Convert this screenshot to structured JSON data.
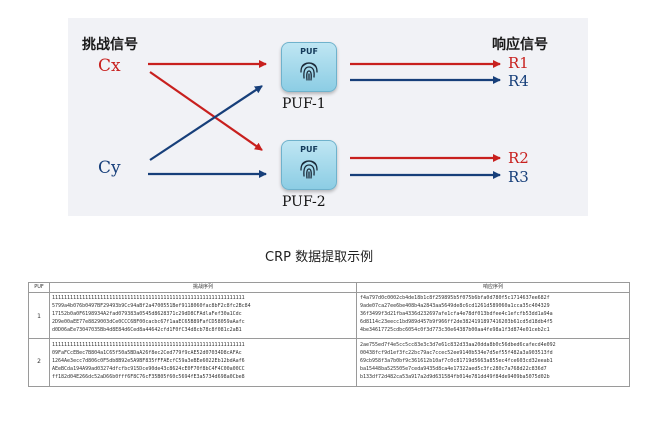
{
  "diagram": {
    "challenge_label": "挑战信号",
    "response_label": "响应信号",
    "inputs": [
      "Cx",
      "Cy"
    ],
    "puf_badge": "PUF",
    "puf_names": [
      "PUF-1",
      "PUF-2"
    ],
    "outputs": [
      "R1",
      "R4",
      "R2",
      "R3"
    ],
    "colors": {
      "red": "#c8201e",
      "blue": "#173f7a"
    }
  },
  "caption": "CRP 数据提取示例",
  "table": {
    "headers": [
      "PUF",
      "挑战序列",
      "响应序列"
    ],
    "groups": [
      {
        "index": "1",
        "challenges": [
          "1111111111111111111111111111111111111111111111111111111111111111",
          "5799a4b076b0497BF29493b9Cc94aBf2a4700551Bef9118060fac8bF2c8fc2Bc84",
          "17152b0a0F6198934A2fad079383a0545d8628371c29dD8CFAdlaFef30a1Cdc",
          "2D9e00aEE77e8829003dCe0CCC6BF00cacbc67f1aaEC65B89FafCD58059aAafc",
          "d0D06aEe73047035Bb4d8E84d6Ced8a44642cfd1F0fC34d8cb78c8f081c2aB1"
        ],
        "responses": [
          "f4a797d0c0002cb4de18b1c8f259895b5f075b6bfa0d780f5c1714637ee682f",
          "9ade07ca27ee6be408b4a2843aa5649de8c6cd1261d589060a1cca35c404329",
          "36f3499f3d21fba4336d232697afe1cfa4e78df013bdfee4c1efcfb53dd1a94a",
          "6d8114c23eecc1bd989d457b9f966ff2de3824191897416203b61cd5d18db4f5",
          "4be34617725cdbc6054c0f3d773c30e64387b00aa4fe98a1f3d874e01ceb2c1"
        ]
      },
      {
        "index": "2",
        "challenges": [
          "1111111111111111111111111111111111111111111111111111111111111111",
          "09FaFCcEBec7B804a1C65f50a5BDaA26f8ec2Ced779f9cAE52d07034D8cAFAc",
          "1264Ae3ecc7d806c0F5db8B92e5A9BF835fFFAEcfC59a3eBEe6022Eb12bdAaf6",
          "AEeBCda194A99ad03274dfcfbc915Dce90de43c8624cE0F70f8bC4F4C00a00CC",
          "ff182d04E266dc52aD66b0fff6F8C76cF35B05f60c5694fE3a5734d698a0Cbe8"
        ],
        "responses": [
          "2ae755ed7f4e5cc5cc83e3c3d7e61c832d33aa20dda8b0c56dbed6cafecd4e092",
          "00438fcf9d1ef3fc22bc79ac7ccec52ee9140b534e7d5ef55f482a3a903513fd",
          "69cb958f3a7b0bf9c361612b10af7c0c81719d5663a855ec4fce603cd32eeab1",
          "ba15448ba525505e7ceda9435d8ca4e17322aed5c3fc280c7a768d22c836d7",
          "b133df72d482ca53a917a2d9d631584fb014e781dd49f84de9409ba5075d02b"
        ]
      }
    ]
  }
}
